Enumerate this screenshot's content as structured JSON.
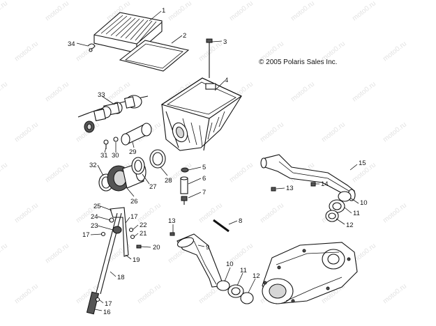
{
  "copyright": "© 2005 Polaris Sales Inc.",
  "watermark": "moto0.ru",
  "callouts": [
    "1",
    "2",
    "3",
    "4",
    "5",
    "6",
    "7",
    "8",
    "9",
    "10",
    "10",
    "11",
    "11",
    "12",
    "12",
    "13",
    "13",
    "14",
    "15",
    "16",
    "17",
    "17",
    "17",
    "18",
    "19",
    "20",
    "21",
    "22",
    "23",
    "24",
    "25",
    "26",
    "27",
    "28",
    "29",
    "30",
    "31",
    "32",
    "33",
    "34"
  ]
}
